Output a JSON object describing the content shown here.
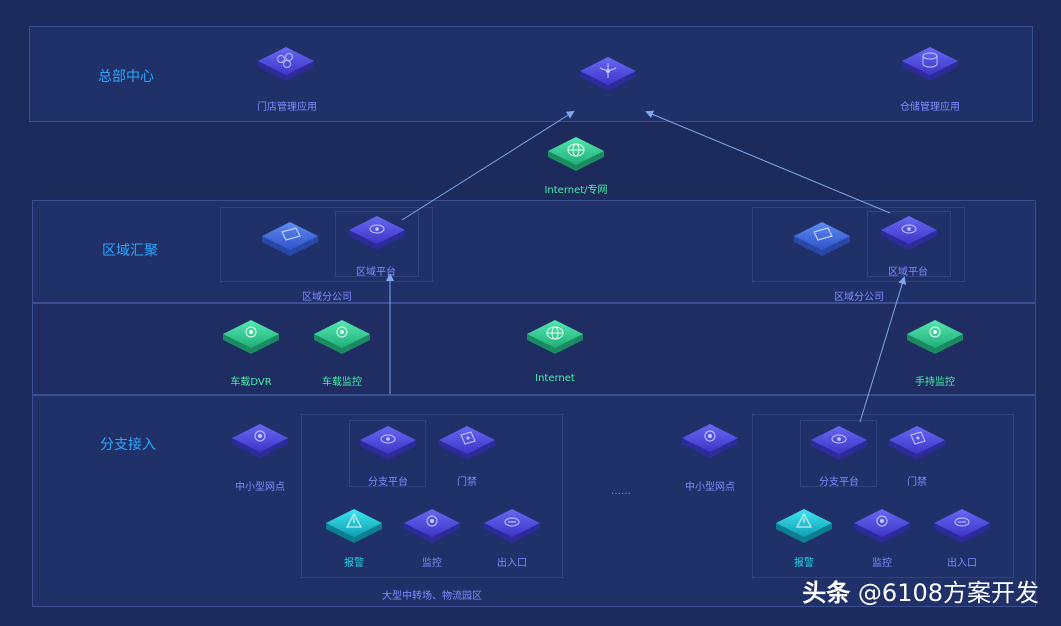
{
  "tiers": {
    "hq": "总部中心",
    "region": "区域汇聚",
    "branch": "分支接入"
  },
  "hq": {
    "store_app": "门店管理应用",
    "warehouse_app": "仓储管理应用"
  },
  "network": {
    "internet_private": "Internet/专网",
    "internet": "Internet"
  },
  "region": {
    "left_platform": "区域平台",
    "left_company": "区域分公司",
    "right_platform": "区域平台",
    "right_company": "区域分公司"
  },
  "mobile": {
    "vehicle_dvr": "车载DVR",
    "vehicle_monitor": "车载监控",
    "handheld_monitor": "手持监控"
  },
  "branch": {
    "small_site_left": "中小型网点",
    "small_site_right": "中小型网点",
    "ellipsis": "……",
    "left_platform": "分支平台",
    "left_access": "门禁",
    "left_alarm": "报警",
    "left_monitor": "监控",
    "left_gate": "出入口",
    "left_area": "大型中转场、物流园区",
    "right_platform": "分支平台",
    "right_access": "门禁",
    "right_alarm": "报警",
    "right_monitor": "监控",
    "right_gate": "出入口"
  },
  "watermark": {
    "brand": "头条",
    "handle": "@6108方案开发"
  },
  "colors": {
    "background": "#1c2a5c",
    "tier_text": "#2ea6ff",
    "purple_icon": "#5a55e8",
    "green_icon": "#35d89a",
    "cyan_icon": "#1ec9d8",
    "arrow": "#7fa8e8"
  }
}
